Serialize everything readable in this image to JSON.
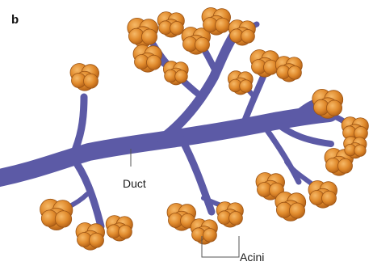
{
  "figure": {
    "panel_label": "b",
    "labels": {
      "duct": "Duct",
      "acini": "Acini"
    },
    "colors": {
      "duct": "#5c5aa6",
      "duct_edge": "#3d3b7c",
      "acinus": "#e08a2c",
      "acinus_dark": "#b8621a",
      "acinus_highlight": "#f4b466",
      "leader_line": "#555555",
      "background": "#ffffff"
    }
  }
}
